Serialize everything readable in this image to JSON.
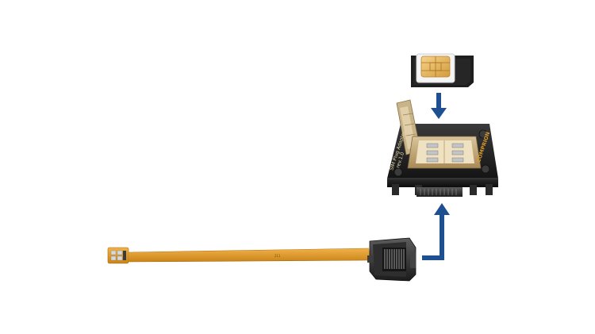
{
  "photo": {
    "background": "#ffffff",
    "arrow_color": "#1d4f91"
  },
  "adapter": {
    "label_line1": "SIM Plug Adapter",
    "label_line2": "rev.1.0",
    "brand": "COMPRION"
  },
  "cable": {
    "marking": "211"
  }
}
